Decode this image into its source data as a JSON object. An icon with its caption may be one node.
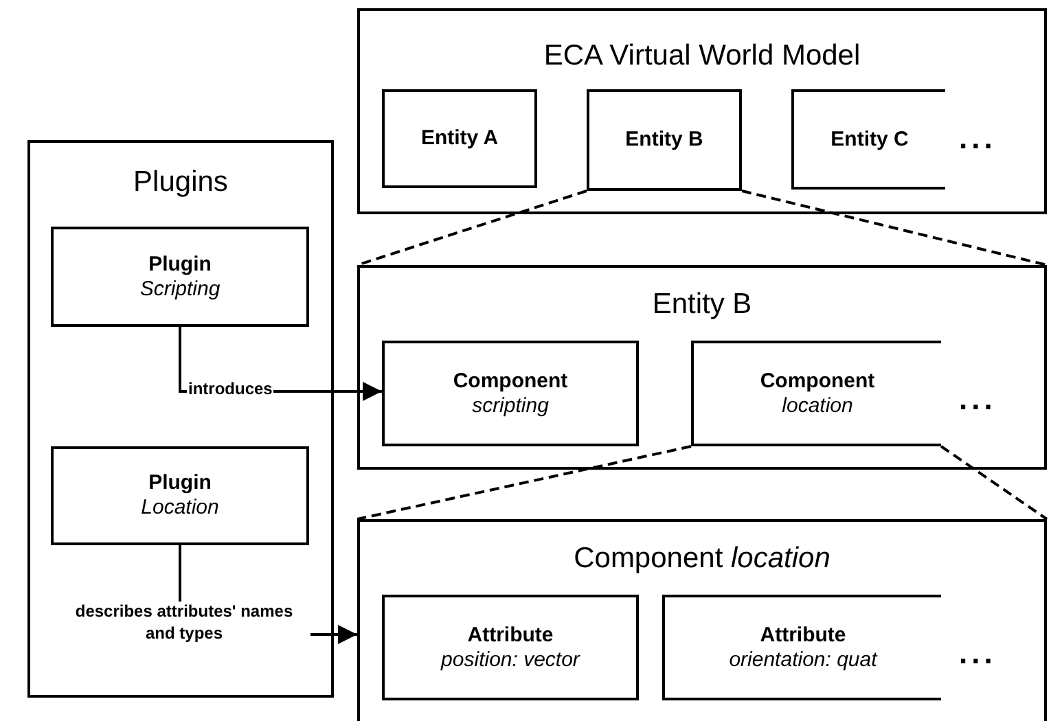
{
  "diagram": {
    "nodes": [
      {
        "text": [
          "ECA Virtual World Model"
        ]
      },
      {
        "text": [
          "Entity A"
        ],
        "in": 0
      },
      {
        "text": [
          "Entity B"
        ],
        "in": 0
      },
      {
        "text": [
          "Entity C"
        ],
        "in": 0
      },
      {
        "text": [
          "Plugins"
        ]
      },
      {
        "text": [
          "Plugin",
          "Scripting"
        ],
        "in": 4
      },
      {
        "text": [
          "Plugin",
          "Location"
        ],
        "in": 4
      },
      {
        "text": [
          "Entity B"
        ]
      },
      {
        "text": [
          "Component",
          "scripting"
        ],
        "in": 7
      },
      {
        "text": [
          "Component",
          "location"
        ],
        "in": 7
      },
      {
        "text": [
          "Component *location*"
        ]
      },
      {
        "text": [
          "Attribute",
          "position: vector"
        ],
        "in": 10
      },
      {
        "text": [
          "Attribute",
          "orientation: quat"
        ],
        "in": 10
      }
    ],
    "edges": [
      {
        "from": 5,
        "to": 8,
        "arrow": "to",
        "label": "introduces"
      },
      {
        "from": 6,
        "to": 10,
        "arrow": "to",
        "label": "describes attributes' names and types"
      },
      {
        "from": 2,
        "to": 7,
        "arrow": "none",
        "style": "dashed"
      },
      {
        "from": 2,
        "to": 7,
        "arrow": "none",
        "style": "dashed"
      },
      {
        "from": 9,
        "to": 10,
        "arrow": "none",
        "style": "dashed"
      },
      {
        "from": 9,
        "to": 10,
        "arrow": "none",
        "style": "dashed"
      }
    ],
    "labels": [
      "...",
      "...",
      "..."
    ]
  }
}
